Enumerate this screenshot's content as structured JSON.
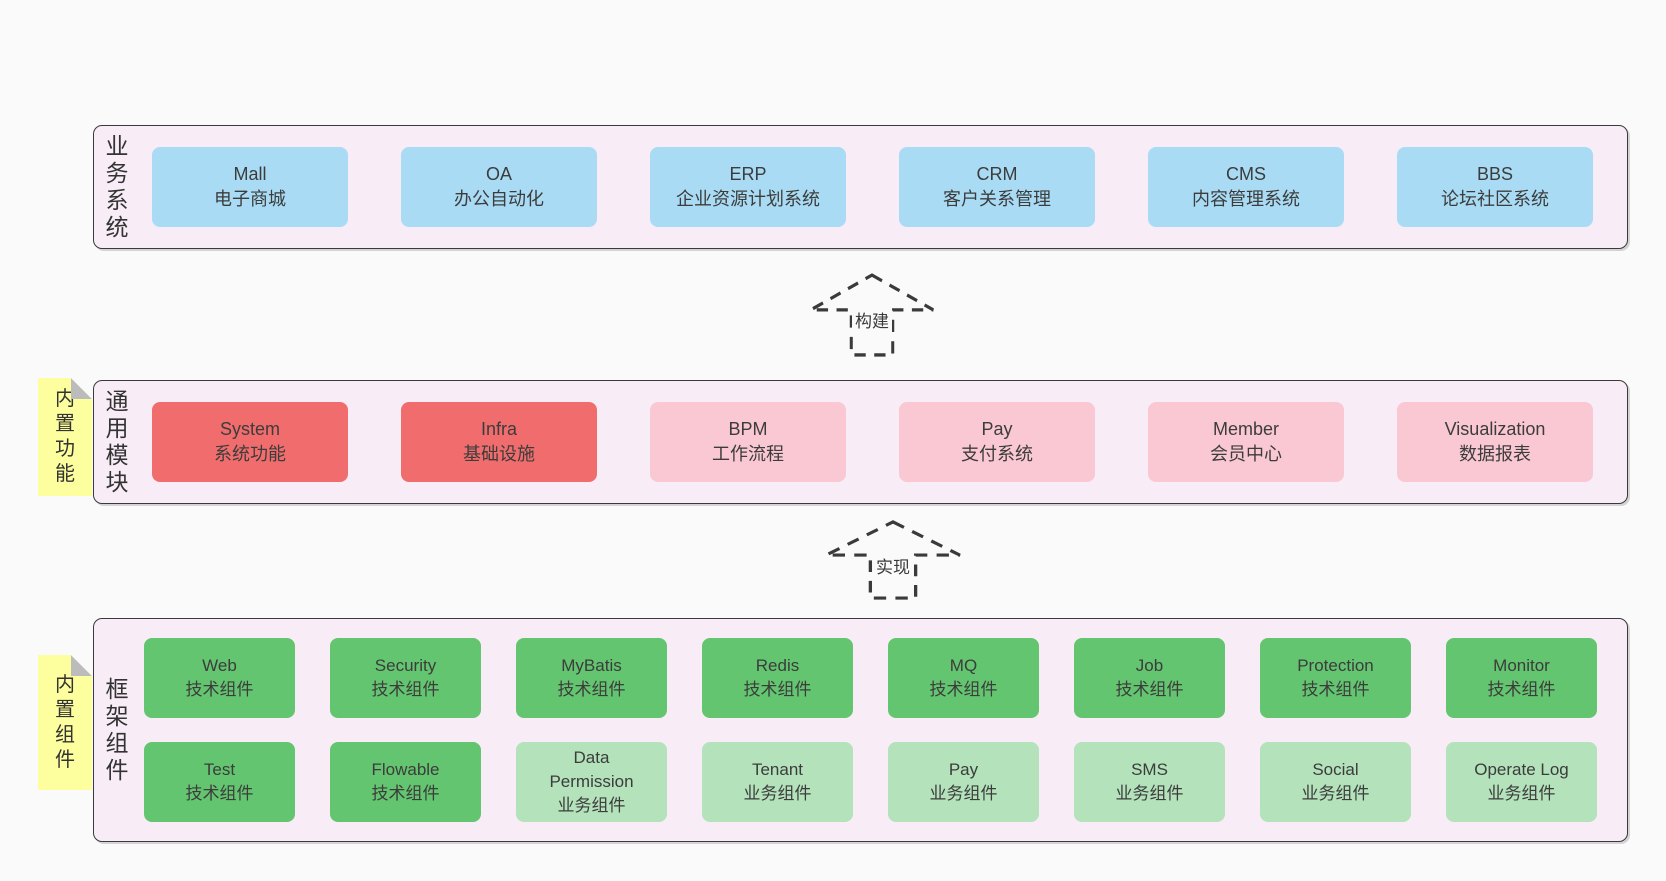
{
  "colors": {
    "blue": "#a9dcf4",
    "red": "#f16d6d",
    "pink": "#fac8d3",
    "green": "#63c56f",
    "green_light": "#b3e2bb",
    "note_yellow": "#fdfe9e",
    "band_bg": "#f8edf6",
    "page_bg": "#fafafa",
    "outline": "#3a3a3a"
  },
  "bands": [
    {
      "id": "business-systems",
      "label": "业务系统",
      "rows": [
        [
          {
            "en": "Mall",
            "zh": "电子商城",
            "variant": "blue"
          },
          {
            "en": "OA",
            "zh": "办公自动化",
            "variant": "blue"
          },
          {
            "en": "ERP",
            "zh": "企业资源计划系统",
            "variant": "blue"
          },
          {
            "en": "CRM",
            "zh": "客户关系管理",
            "variant": "blue"
          },
          {
            "en": "CMS",
            "zh": "内容管理系统",
            "variant": "blue"
          },
          {
            "en": "BBS",
            "zh": "论坛社区系统",
            "variant": "blue"
          }
        ]
      ]
    },
    {
      "id": "common-modules",
      "label": "通用模块",
      "rows": [
        [
          {
            "en": "System",
            "zh": "系统功能",
            "variant": "red"
          },
          {
            "en": "Infra",
            "zh": "基础设施",
            "variant": "red"
          },
          {
            "en": "BPM",
            "zh": "工作流程",
            "variant": "pink"
          },
          {
            "en": "Pay",
            "zh": "支付系统",
            "variant": "pink"
          },
          {
            "en": "Member",
            "zh": "会员中心",
            "variant": "pink"
          },
          {
            "en": "Visualization",
            "zh": "数据报表",
            "variant": "pink"
          }
        ]
      ]
    },
    {
      "id": "framework-components",
      "label": "框架组件",
      "rows": [
        [
          {
            "en": "Web",
            "zh": "技术组件",
            "variant": "green"
          },
          {
            "en": "Security",
            "zh": "技术组件",
            "variant": "green"
          },
          {
            "en": "MyBatis",
            "zh": "技术组件",
            "variant": "green"
          },
          {
            "en": "Redis",
            "zh": "技术组件",
            "variant": "green"
          },
          {
            "en": "MQ",
            "zh": "技术组件",
            "variant": "green"
          },
          {
            "en": "Job",
            "zh": "技术组件",
            "variant": "green"
          },
          {
            "en": "Protection",
            "zh": "技术组件",
            "variant": "green"
          },
          {
            "en": "Monitor",
            "zh": "技术组件",
            "variant": "green"
          }
        ],
        [
          {
            "en": "Test",
            "zh": "技术组件",
            "variant": "green"
          },
          {
            "en": "Flowable",
            "zh": "技术组件",
            "variant": "green"
          },
          {
            "en": "Data Permission",
            "zh": "业务组件",
            "variant": "green_light"
          },
          {
            "en": "Tenant",
            "zh": "业务组件",
            "variant": "green_light"
          },
          {
            "en": "Pay",
            "zh": "业务组件",
            "variant": "green_light"
          },
          {
            "en": "SMS",
            "zh": "业务组件",
            "variant": "green_light"
          },
          {
            "en": "Social",
            "zh": "业务组件",
            "variant": "green_light"
          },
          {
            "en": "Operate Log",
            "zh": "业务组件",
            "variant": "green_light"
          }
        ]
      ]
    }
  ],
  "notes": [
    {
      "text": "内置功能"
    },
    {
      "text": "内置组件"
    }
  ],
  "arrows": [
    {
      "label": "构建"
    },
    {
      "label": "实现"
    }
  ]
}
